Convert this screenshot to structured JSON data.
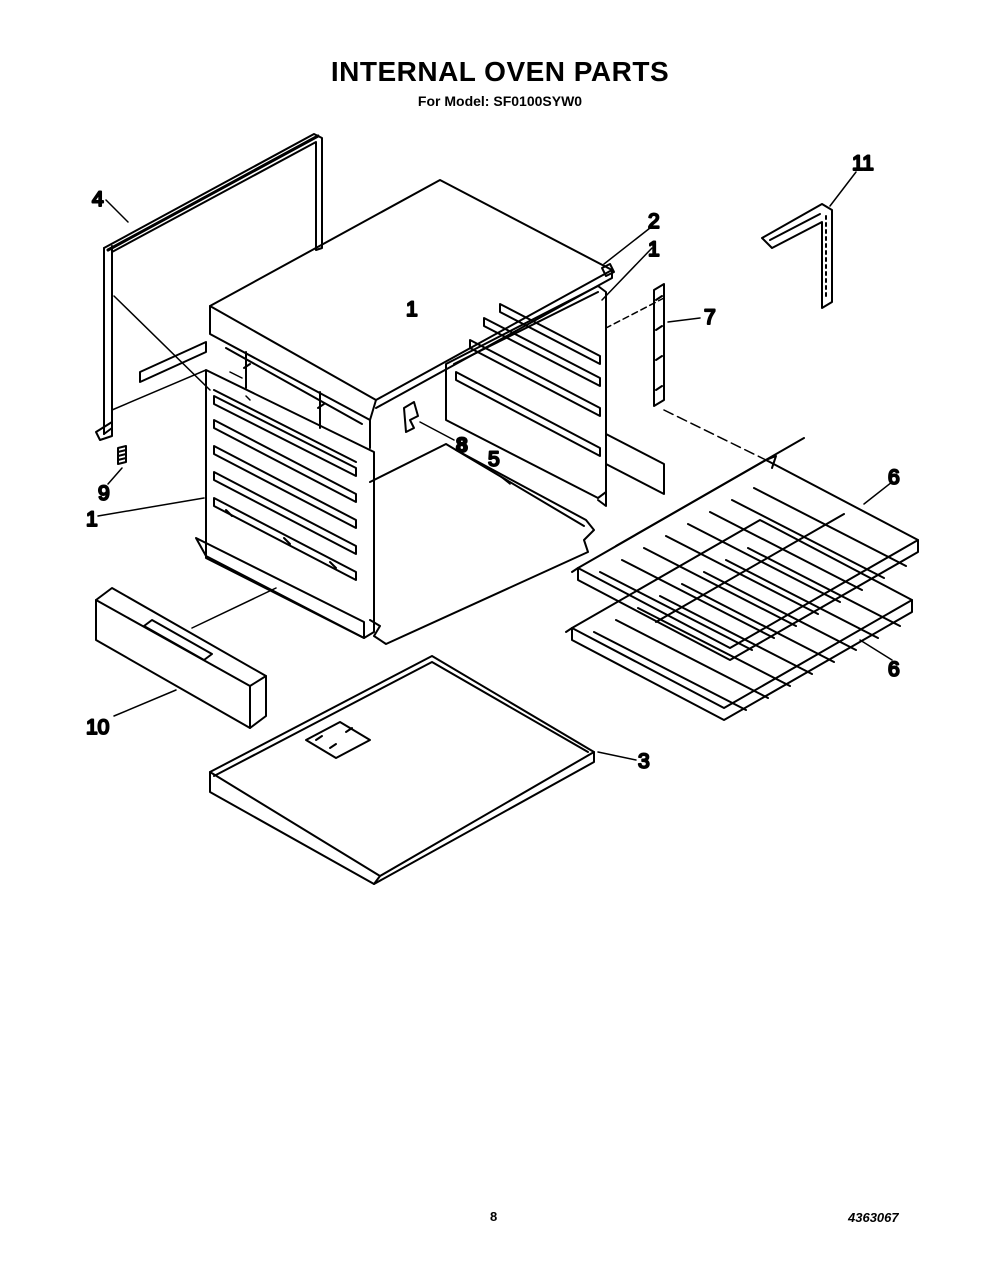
{
  "header": {
    "title": "INTERNAL OVEN PARTS",
    "subtitle": "For Model: SF0100SYW0"
  },
  "callouts": {
    "c1_center": "1",
    "c1_right": "1",
    "c1_left": "1",
    "c2": "2",
    "c3": "3",
    "c4": "4",
    "c5": "5",
    "c6_upper": "6",
    "c6_lower": "6",
    "c7": "7",
    "c8": "8",
    "c9": "9",
    "c10": "10",
    "c11": "11"
  },
  "footer": {
    "page_number": "8",
    "document_number": "4363067"
  }
}
